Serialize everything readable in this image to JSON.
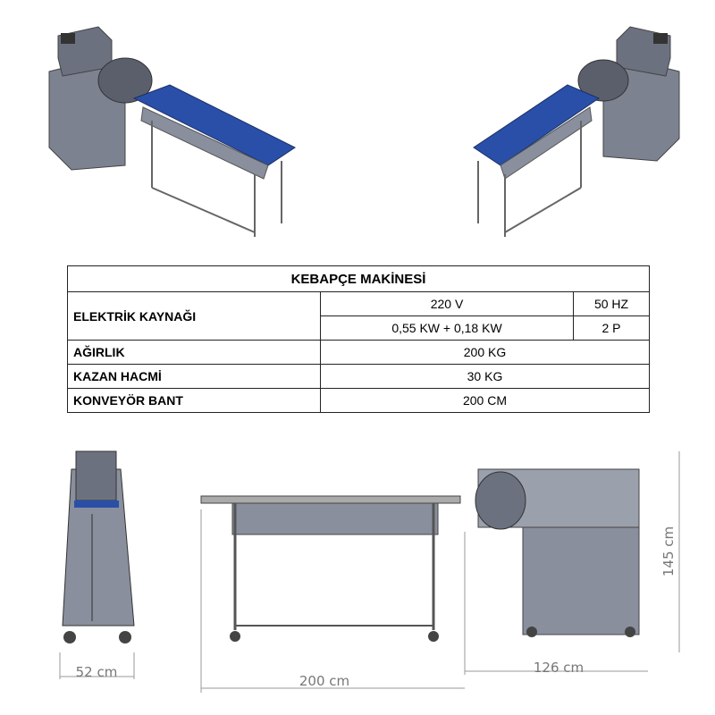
{
  "table": {
    "title": "KEBAPÇE MAKİNESİ",
    "rows": [
      {
        "label": "ELEKTRİK KAYNAĞI",
        "voltage": "220 V",
        "frequency": "50 HZ",
        "power": "0,55 KW + 0,18 KW",
        "phase": "2 P"
      },
      {
        "label": "AĞIRLIK",
        "value": "200 KG"
      },
      {
        "label": "KAZAN HACMİ",
        "value": "30 KG"
      },
      {
        "label": "KONVEYÖR BANT",
        "value": "200 CM"
      }
    ]
  },
  "dimensions": {
    "width": "52 cm",
    "conveyor_length": "200 cm",
    "machine_length": "126 cm",
    "height": "145 cm"
  },
  "colors": {
    "belt": "#2a4fa8",
    "body": "#8a8f9e",
    "frame": "#9a9a9a"
  }
}
